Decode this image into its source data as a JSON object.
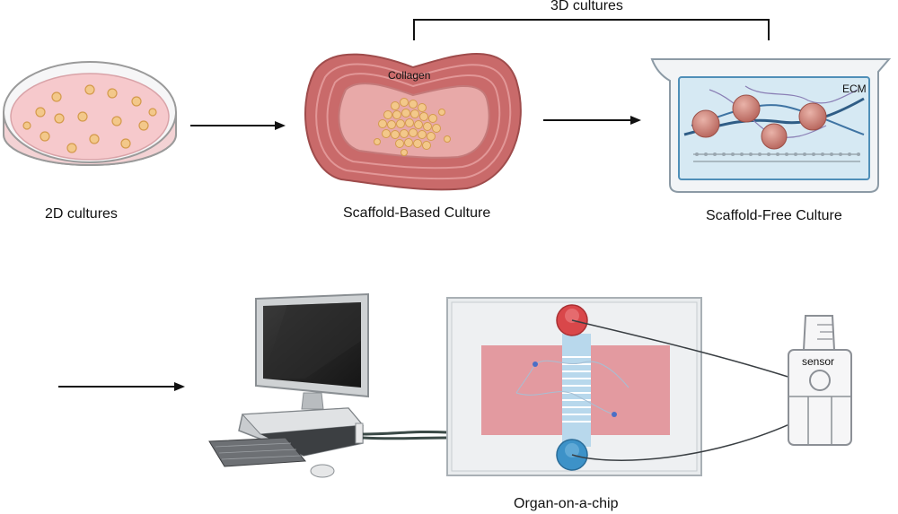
{
  "labels": {
    "cultures_3d": "3D cultures",
    "cultures_2d": "2D cultures",
    "scaffold_based": "Scaffold-Based Culture",
    "scaffold_free": "Scaffold-Free Culture",
    "collagen": "Collagen",
    "ecm": "ECM",
    "sensor": "sensor",
    "organ_on_chip": "Organ-on-a-chip"
  },
  "icons": [
    "petri-dish-icon",
    "collagen-scaffold-icon",
    "ecm-tank-icon",
    "computer-icon",
    "organ-chip-icon",
    "sensor-icon",
    "arrow-icon"
  ],
  "colors": {
    "dish_medium": "#f6c9cc",
    "scaffold": "#c96a6a",
    "chip_channel": "#e39aa0",
    "inlet_red": "#d9474a",
    "outlet_blue": "#3d92c8",
    "tank_water": "#d6e9f3"
  }
}
